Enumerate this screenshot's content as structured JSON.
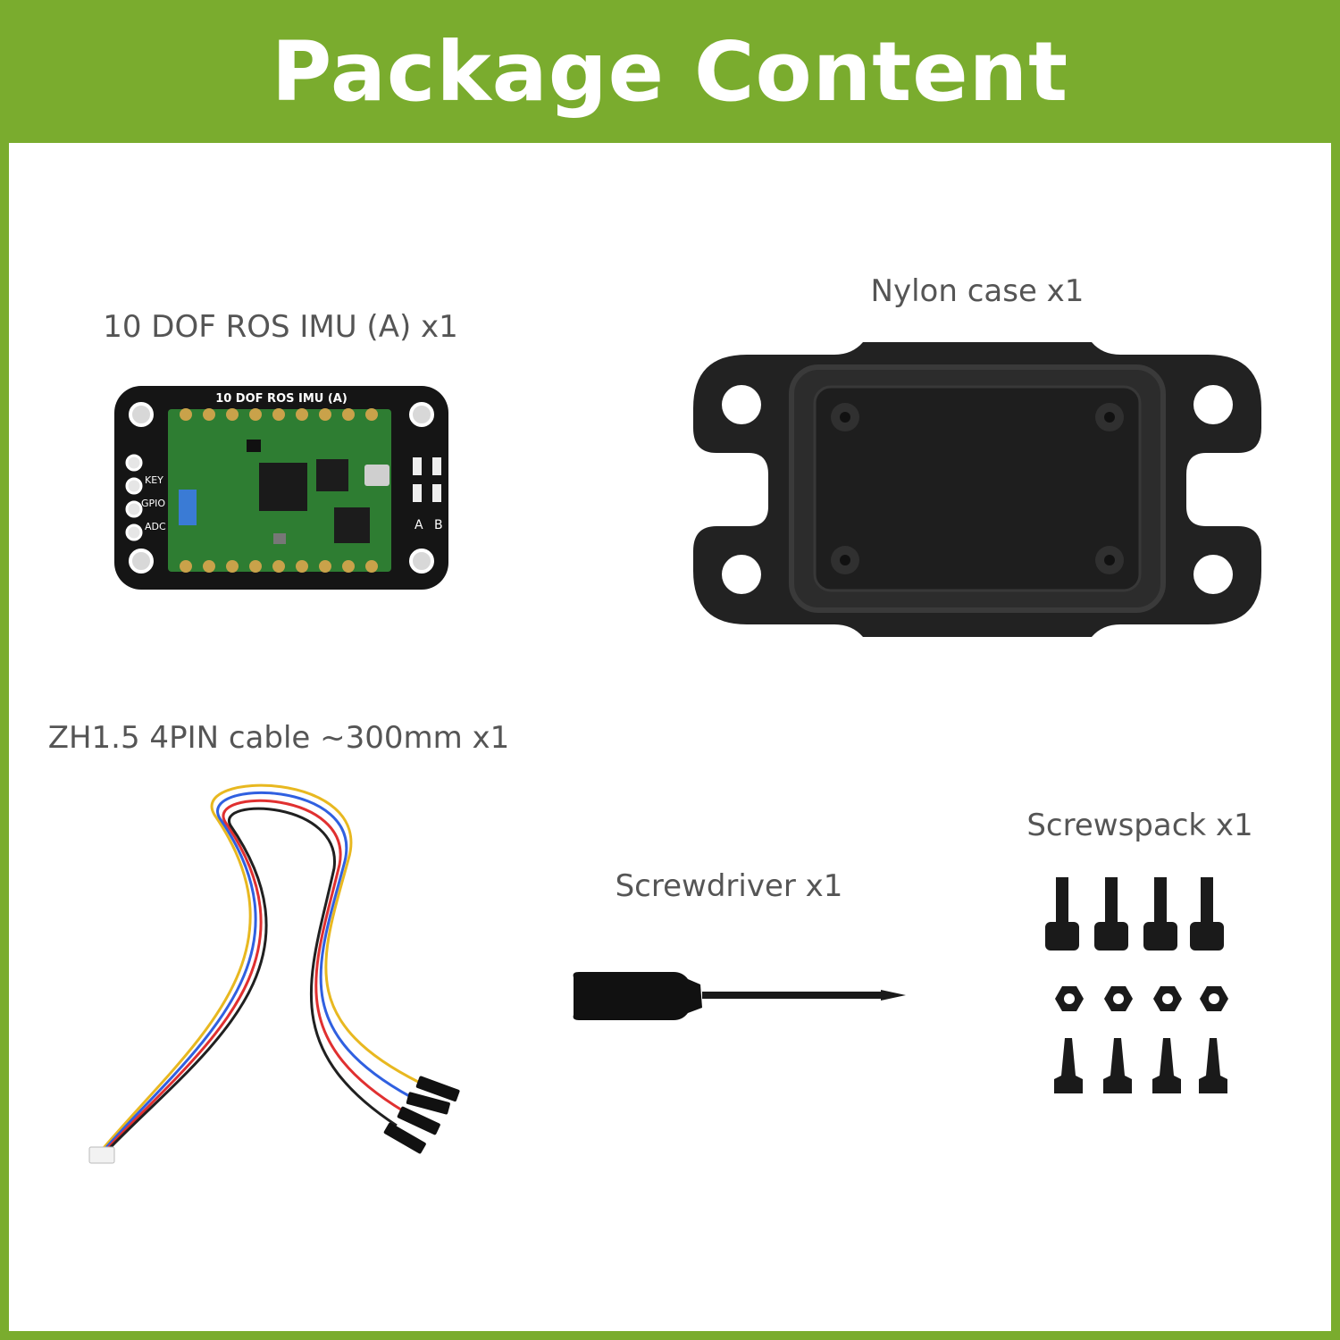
{
  "header": {
    "title": "Package Content"
  },
  "pcb_silkscreen": {
    "board_name": "10 DOF ROS IMU (A)",
    "pin_labels": [
      "KEY",
      "GPIO",
      "ADC"
    ],
    "switch_labels": [
      "A",
      "B"
    ]
  },
  "items": [
    {
      "label": "10 DOF ROS IMU (A) x1",
      "icon": "imu-board-icon"
    },
    {
      "label": "Nylon case x1",
      "icon": "nylon-case-icon"
    },
    {
      "label": "ZH1.5 4PIN cable ~300mm x1",
      "icon": "cable-icon"
    },
    {
      "label": "Screwdriver x1",
      "icon": "screwdriver-icon"
    },
    {
      "label": "Screwspack x1",
      "icon": "screws-icon"
    }
  ],
  "colors": {
    "accent": "#7aac2e",
    "panel": "#ffffff",
    "label_text": "#555555",
    "pcb_black": "#151515",
    "pcb_green": "#2e7d32"
  }
}
